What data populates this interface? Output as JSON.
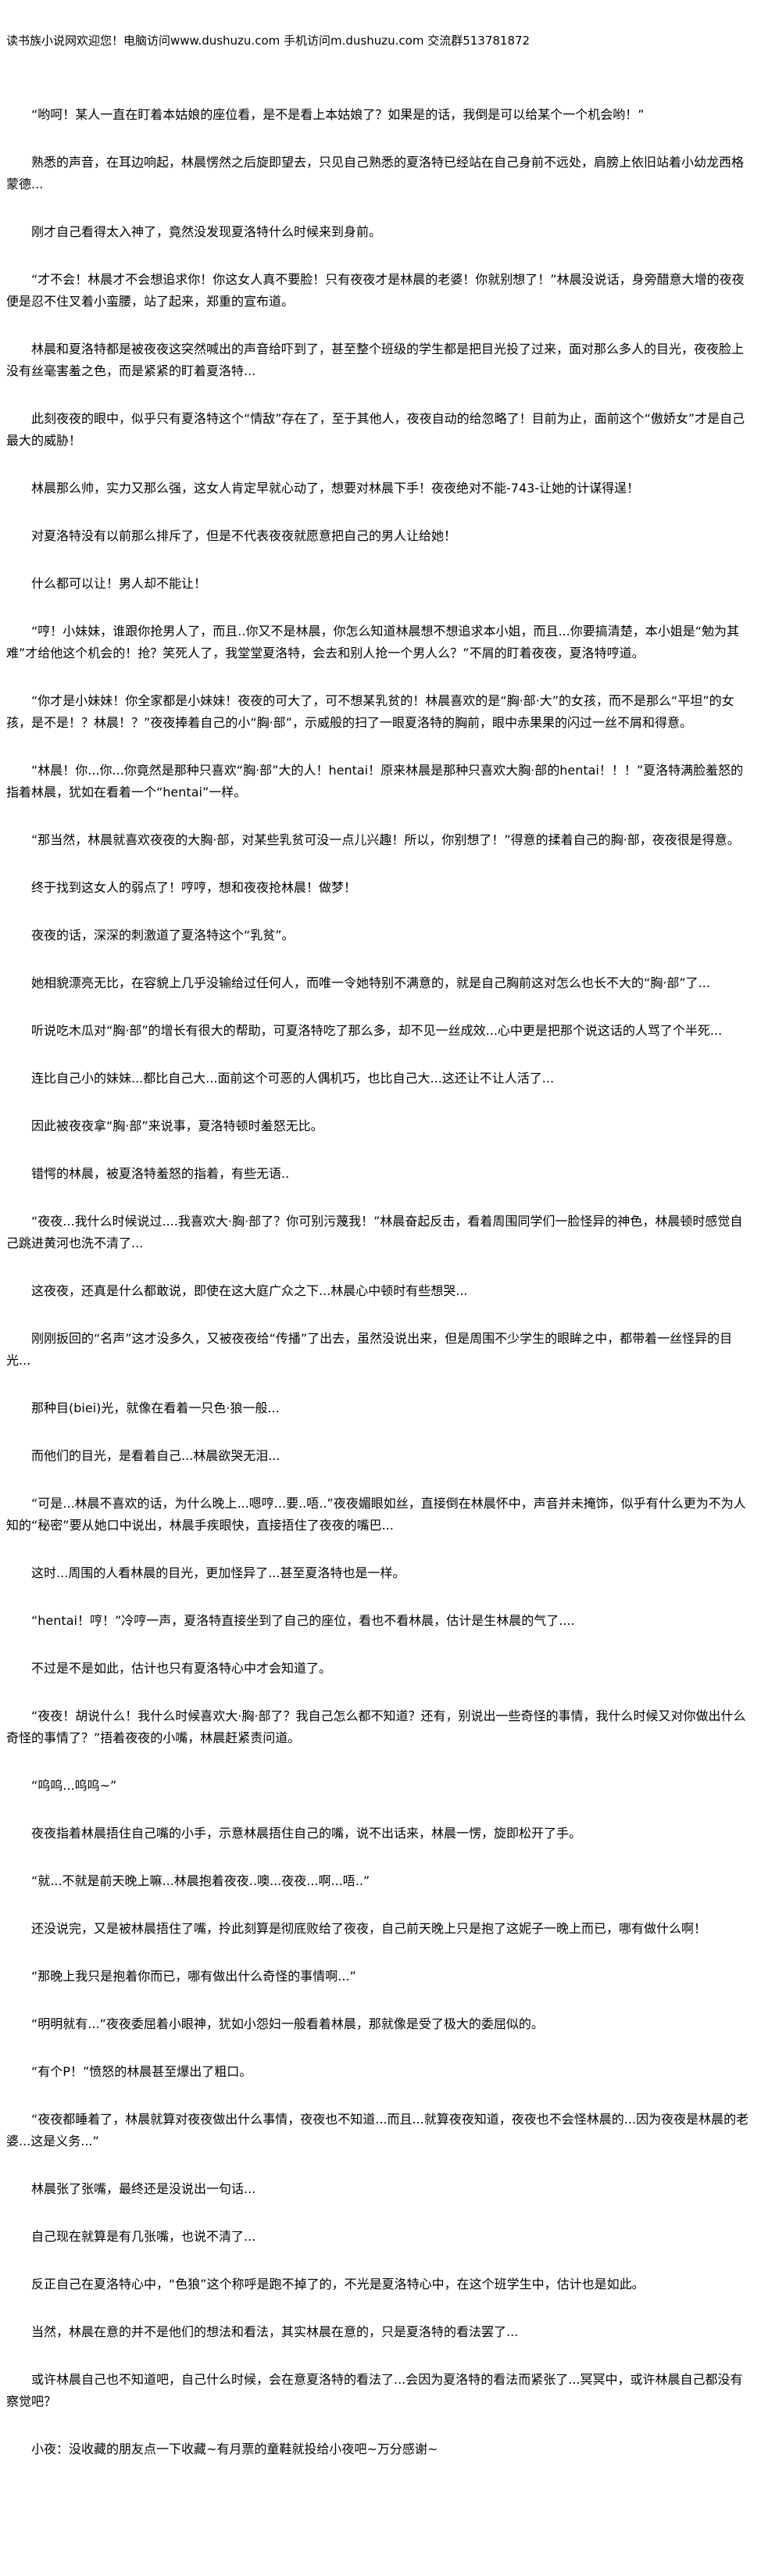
{
  "header": {
    "welcome": "读书族小说网欢迎您！电脑访问www.dushuzu.com 手机访问m.dushuzu.com 交流群513781872"
  },
  "paragraphs": [
    "“哟呵！某人一直在盯着本姑娘的座位看，是不是看上本姑娘了？如果是的话，我倒是可以给某个一个机会哟！”",
    "熟悉的声音，在耳边响起，林晨愣然之后旋即望去，只见自己熟悉的夏洛特已经站在自己身前不远处，肩膀上依旧站着小幼龙西格蒙德...",
    "刚才自己看得太入神了，竟然没发现夏洛特什么时候来到身前。",
    "“才不会！林晨才不会想追求你！你这女人真不要脸！只有夜夜才是林晨的老婆！你就别想了！”林晨没说话，身旁醋意大增的夜夜便是忍不住叉着小蛮腰，站了起来，郑重的宣布道。",
    "林晨和夏洛特都是被夜夜这突然喊出的声音给吓到了，甚至整个班级的学生都是把目光投了过来，面对那么多人的目光，夜夜脸上没有丝毫害羞之色，而是紧紧的盯着夏洛特...",
    "此刻夜夜的眼中，似乎只有夏洛特这个“情敌”存在了，至于其他人，夜夜自动的给忽略了！目前为止，面前这个“傲娇女”才是自己最大的威胁！",
    "林晨那么帅，实力又那么强，这女人肯定早就心动了，想要对林晨下手！夜夜绝对不能-743-让她的计谋得逞！",
    "对夏洛特没有以前那么排斥了，但是不代表夜夜就愿意把自己的男人让给她！",
    "什么都可以让！男人却不能让！",
    "“哼！小妹妹，谁跟你抢男人了，而且..你又不是林晨，你怎么知道林晨想不想追求本小姐，而且...你要搞清楚，本小姐是“勉为其难”才给他这个机会的！抢？笑死人了，我堂堂夏洛特，会去和别人抢一个男人么？”不屑的盯着夜夜，夏洛特哼道。",
    "“你才是小妹妹！你全家都是小妹妹！夜夜的可大了，可不想某乳贫的！林晨喜欢的是“胸·部·大”的女孩，而不是那么“平坦”的女孩，是不是！？林晨！？”夜夜捧着自己的小“胸·部”，示威般的扫了一眼夏洛特的胸前，眼中赤果果的闪过一丝不屑和得意。",
    "“林晨！你...你...你竟然是那种只喜欢“胸·部”大的人！hentai！原来林晨是那种只喜欢大胸·部的hentai！！！”夏洛特满脸羞怒的指着林晨，犹如在看着一个“hentai”一样。",
    "“那当然，林晨就喜欢夜夜的大胸·部，对某些乳贫可没一点儿兴趣！所以，你别想了！”得意的揉着自己的胸·部，夜夜很是得意。",
    "终于找到这女人的弱点了！哼哼，想和夜夜抢林晨！做梦！",
    "夜夜的话，深深的刺激道了夏洛特这个“乳贫”。",
    "她相貌漂亮无比，在容貌上几乎没输给过任何人，而唯一令她特别不满意的，就是自己胸前这对怎么也长不大的“胸·部”了...",
    "听说吃木瓜对“胸·部”的增长有很大的帮助，可夏洛特吃了那么多，却不见一丝成效...心中更是把那个说这话的人骂了个半死...",
    "连比自己小的妹妹...都比自己大...面前这个可恶的人偶机巧，也比自己大...这还让不让人活了...",
    "因此被夜夜拿“胸·部”来说事，夏洛特顿时羞怒无比。",
    "错愕的林晨，被夏洛特羞怒的指着，有些无语..",
    "“夜夜...我什么时候说过....我喜欢大·胸·部了？你可别污蔑我！”林晨奋起反击，看着周围同学们一脸怪异的神色，林晨顿时感觉自己跳进黄河也洗不清了...",
    "这夜夜，还真是什么都敢说，即使在这大庭广众之下...林晨心中顿时有些想哭...",
    "刚刚扳回的“名声”这才没多久，又被夜夜给“传播”了出去，虽然没说出来，但是周围不少学生的眼眸之中，都带着一丝怪异的目光...",
    "那种目(biei)光，就像在看着一只色·狼一般...",
    "而他们的目光，是看着自己...林晨欲哭无泪...",
    "“可是...林晨不喜欢的话，为什么晚上...嗯哼...要..唔..”夜夜媚眼如丝，直接倒在林晨怀中，声音并未掩饰，似乎有什么更为不为人知的“秘密”要从她口中说出，林晨手疾眼快，直接捂住了夜夜的嘴巴...",
    "这时...周围的人看林晨的目光，更加怪异了...甚至夏洛特也是一样。",
    "“hentai！哼！”冷哼一声，夏洛特直接坐到了自己的座位，看也不看林晨，估计是生林晨的气了....",
    "不过是不是如此，估计也只有夏洛特心中才会知道了。",
    "“夜夜！胡说什么！我什么时候喜欢大·胸·部了？我自己怎么都不知道？还有，别说出一些奇怪的事情，我什么时候又对你做出什么奇怪的事情了？”捂着夜夜的小嘴，林晨赶紧责问道。",
    "“呜呜...呜呜~”",
    "夜夜指着林晨捂住自己嘴的小手，示意林晨捂住自己的嘴，说不出话来，林晨一愣，旋即松开了手。",
    "“就...不就是前天晚上嘛...林晨抱着夜夜..噢...夜夜...啊...唔..”",
    "还没说完，又是被林晨捂住了嘴，拎此刻算是彻底败给了夜夜，自己前天晚上只是抱了这妮子一晚上而已，哪有做什么啊！",
    "“那晚上我只是抱着你而已，哪有做出什么奇怪的事情啊...”",
    "“明明就有...”夜夜委屈着小眼神，犹如小怨妇一般看着林晨，那就像是受了极大的委屈似的。",
    "“有个P！”愤怒的林晨甚至爆出了粗口。",
    "“夜夜都睡着了，林晨就算对夜夜做出什么事情，夜夜也不知道...而且...就算夜夜知道，夜夜也不会怪林晨的...因为夜夜是林晨的老婆...这是义务...”",
    "林晨张了张嘴，最终还是没说出一句话...",
    "自己现在就算是有几张嘴，也说不清了...",
    "反正自己在夏洛特心中，“色狼”这个称呼是跑不掉了的，不光是夏洛特心中，在这个班学生中，估计也是如此。",
    "当然，林晨在意的并不是他们的想法和看法，其实林晨在意的，只是夏洛特的看法罢了...",
    "或许林晨自己也不知道吧，自己什么时候，会在意夏洛特的看法了...会因为夏洛特的看法而紧张了...冥冥中，或许林晨自己都没有察觉吧？",
    "小夜：没收藏的朋友点一下收藏~有月票的童鞋就投给小夜吧~万分感谢~"
  ]
}
